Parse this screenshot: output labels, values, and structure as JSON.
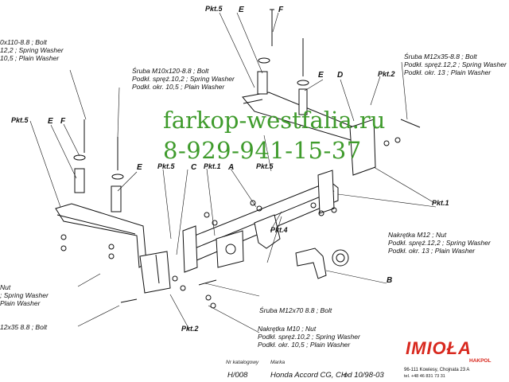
{
  "watermark": {
    "site": "farkop-westfalia.ru",
    "phone": "8-929-941-15-37"
  },
  "labels": {
    "pkt5_top": "Pkt.5",
    "pkt5_left": "Pkt.5",
    "pkt5_mid": "Pkt.5",
    "pkt5_center": "Pkt.5",
    "pkt2_right": "Pkt.2",
    "pkt2_bottom": "Pkt.2",
    "pkt1_right": "Pkt.1",
    "pkt1_center": "Pkt.1",
    "pkt4": "Pkt.4",
    "e_top": "E",
    "f_top": "F",
    "e_right": "E",
    "d_right": "D",
    "e_left": "E",
    "f_left": "F",
    "e_mid": "E",
    "c": "C",
    "a": "A",
    "b": "B"
  },
  "callouts": {
    "bolt_topleft": [
      "0x110-8.8 ;  Bolt",
      "12,2 ; Spring Washer",
      "10,5 ; Plain Washer"
    ],
    "sruba_m10x120": [
      "Śruba M10x120-8.8 ;  Bolt",
      "Podkł. spręż.10,2 ; Spring Washer",
      "Podkł. okr. 10,5 ; Plain Washer"
    ],
    "sruba_m12x35_right": [
      "Śruba M12x35-8.8 ;  Bolt",
      "Podkł. spręż.12,2 ; Spring Washer",
      "Podkł. okr. 13 ; Plain Washer"
    ],
    "nakretka_m12": [
      "Nakrętka  M12 ; Nut",
      "Podkł. spręż.12,2 ; Spring Washer",
      "Podkł. okr. 13 ; Plain Washer"
    ],
    "nut_left": [
      "Nut",
      "; Spring Washer",
      "Plain Washer"
    ],
    "bolt_left": "12x35 8.8 ;  Bolt",
    "sruba_m12x70": "Śruba M12x70 8.8 ;  Bolt",
    "nakretka_m10": [
      "Nakrętka  M10 ; Nut",
      "Podkł. spręż.10,2 ; Spring Washer",
      "Podkł. okr. 10,5 ; Plain Washer"
    ]
  },
  "title_block": {
    "nr_katalogowy_label": "Nr katalogowy",
    "marka_label": "Marka",
    "catalog_no": "H/008",
    "model": "Honda Accord CG, CH",
    "date": "od  10/98-03"
  },
  "manufacturer": {
    "logo": "IMIOŁA",
    "sub": "HAKPOL",
    "address": "96-111 Kowiesy, Chojnata 23 A",
    "phone": "tel. +48 46 831 73 31"
  }
}
